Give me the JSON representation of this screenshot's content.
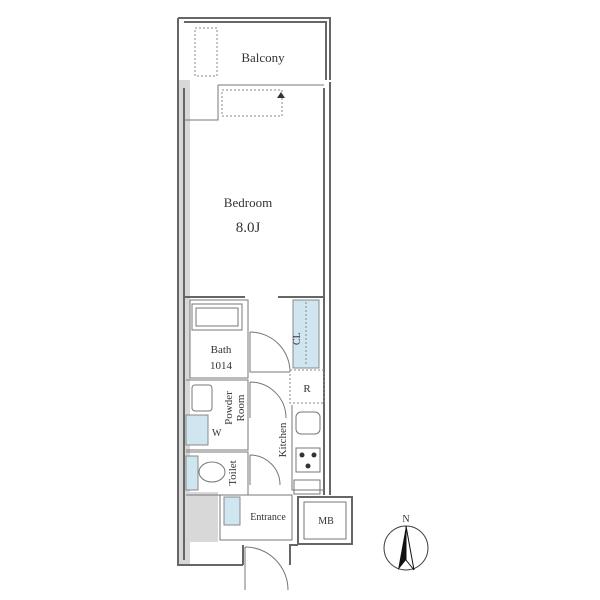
{
  "rooms": {
    "balcony": "Balcony",
    "bedroom": "Bedroom",
    "bedroom_size": "8.0J",
    "bath": "Bath",
    "bath_size": "1014",
    "powder_room_1": "Powder",
    "powder_room_2": "Room",
    "washer": "W",
    "closet": "CL",
    "refrigerator": "R",
    "kitchen": "Kitchen",
    "toilet": "Toilet",
    "entrance": "Entrance",
    "meter_box": "MB"
  },
  "compass": {
    "north": "N"
  },
  "colors": {
    "wall": "#666666",
    "fixture_blue": "#cfe6f0",
    "shade": "#d8d8d8"
  }
}
